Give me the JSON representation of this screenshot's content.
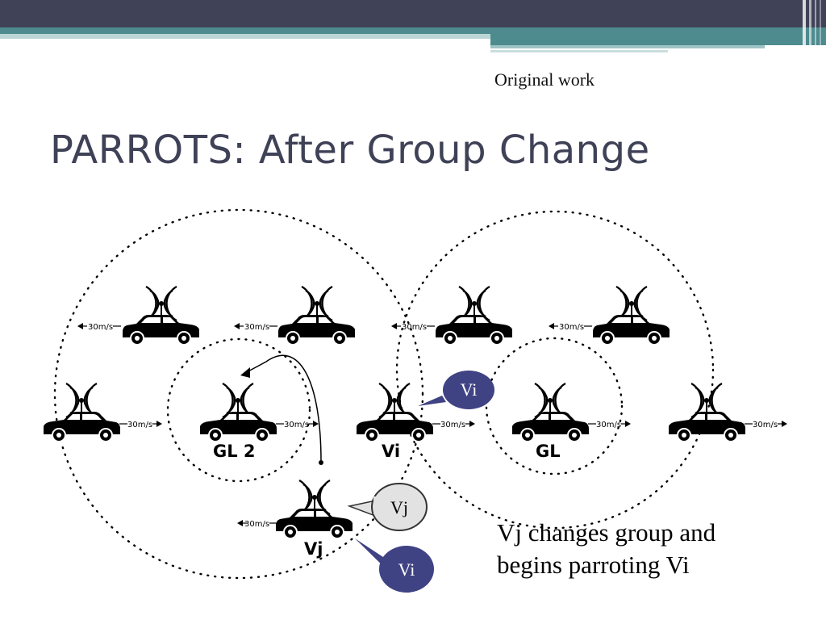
{
  "slide": {
    "tag": "Original work",
    "title": "PARROTS: After Group Change",
    "caption_lines": [
      "Vj changes group and",
      "begins parroting Vi"
    ]
  },
  "diagram": {
    "speed_label": "30m/s",
    "car_labels": {
      "gl2": "GL 2",
      "vi": "Vi",
      "gl": "GL",
      "vj": "Vj"
    },
    "callouts": {
      "vi_top": "Vi",
      "vj": "Vj",
      "vi_bottom": "Vi"
    }
  },
  "colors": {
    "header_dark": "#404257",
    "header_teal": "#4e8b8e",
    "title_text": "#3f4257",
    "callout_dark_fill": "#3f4283",
    "callout_light_fill": "#e2e2e2"
  }
}
